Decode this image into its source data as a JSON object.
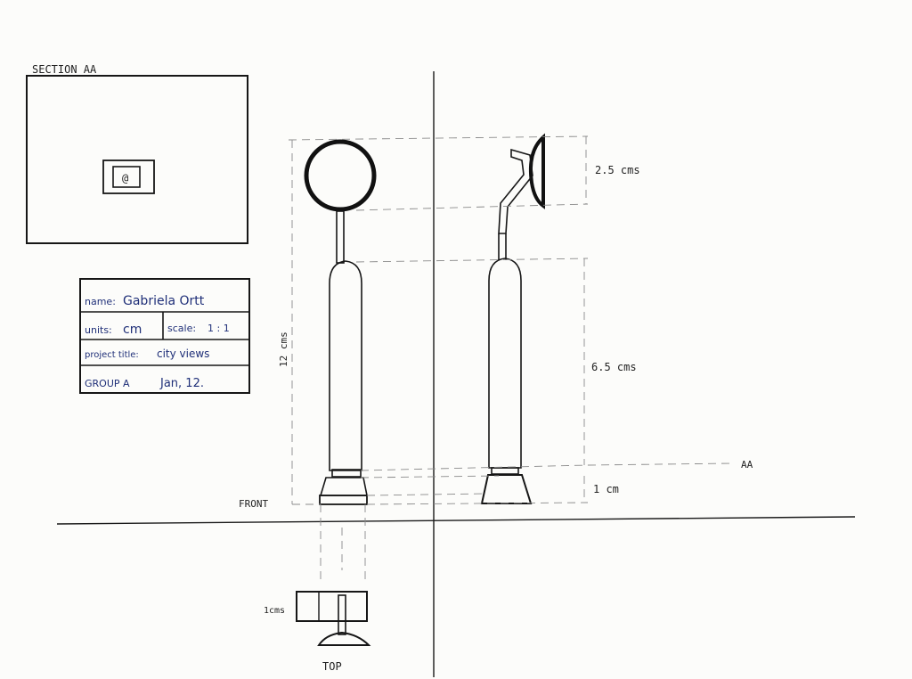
{
  "section": {
    "title": "SECTION AA",
    "inner_symbol": "@"
  },
  "title_block": {
    "name_label": "name:",
    "name_value": "Gabriela Ortt",
    "units_label": "units:",
    "units_value": "cm",
    "scale_label": "scale:",
    "scale_value": "1 : 1",
    "project_label": "project title:",
    "project_value": "city views",
    "group": "GROUP A",
    "date": "Jan, 12."
  },
  "views": {
    "front_label": "FRONT",
    "top_label": "TOP",
    "section_marker": "AA"
  },
  "dimensions": {
    "total_height": "12 cms",
    "head_height": "2.5 cms",
    "body_height": "6.5 cms",
    "base_height": "1 cm",
    "top_base_height": "1cms"
  },
  "colors": {
    "ink": "#161616",
    "blue_ink": "#1f2f78",
    "paper": "#fcfcfa"
  }
}
